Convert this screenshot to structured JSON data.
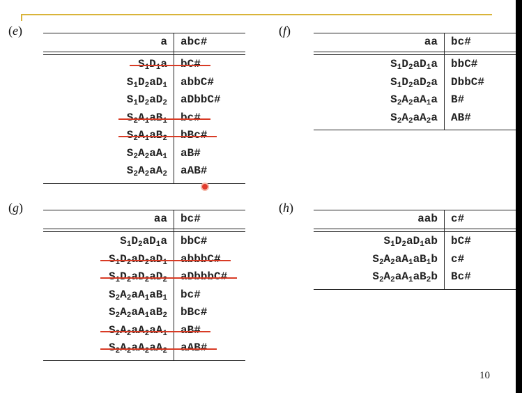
{
  "page_number": "10",
  "panels": {
    "e": {
      "label": "e",
      "header": {
        "left": "a",
        "right": "abc#"
      },
      "rows": [
        {
          "left": [
            [
              "S",
              "1"
            ],
            [
              "D",
              "1"
            ],
            [
              "a",
              ""
            ]
          ],
          "right": "bC#",
          "struck": true
        },
        {
          "left": [
            [
              "S",
              "1"
            ],
            [
              "D",
              "2"
            ],
            [
              "aD",
              "1"
            ]
          ],
          "right": "abbC#",
          "struck": false
        },
        {
          "left": [
            [
              "S",
              "1"
            ],
            [
              "D",
              "2"
            ],
            [
              "aD",
              "2"
            ]
          ],
          "right": "aDbbC#",
          "struck": false
        },
        {
          "left": [
            [
              "S",
              "2"
            ],
            [
              "A",
              "1"
            ],
            [
              "aB",
              "1"
            ]
          ],
          "right": "bc#",
          "struck": true
        },
        {
          "left": [
            [
              "S",
              "2"
            ],
            [
              "A",
              "1"
            ],
            [
              "aB",
              "2"
            ]
          ],
          "right": "bBc#",
          "struck": true
        },
        {
          "left": [
            [
              "S",
              "2"
            ],
            [
              "A",
              "2"
            ],
            [
              "aA",
              "1"
            ]
          ],
          "right": "aB#",
          "struck": false
        },
        {
          "left": [
            [
              "S",
              "2"
            ],
            [
              "A",
              "2"
            ],
            [
              "aA",
              "2"
            ]
          ],
          "right": "aAB#",
          "struck": false
        }
      ]
    },
    "f": {
      "label": "f",
      "header": {
        "left": "aa",
        "right": "bc#"
      },
      "rows": [
        {
          "left": [
            [
              "S",
              "1"
            ],
            [
              "D",
              "2"
            ],
            [
              "aD",
              "1"
            ],
            [
              "a",
              ""
            ]
          ],
          "right": "bbC#",
          "struck": false
        },
        {
          "left": [
            [
              "S",
              "1"
            ],
            [
              "D",
              "2"
            ],
            [
              "aD",
              "2"
            ],
            [
              "a",
              ""
            ]
          ],
          "right": "DbbC#",
          "struck": false
        },
        {
          "left": [
            [
              "S",
              "2"
            ],
            [
              "A",
              "2"
            ],
            [
              "aA",
              "1"
            ],
            [
              "a",
              ""
            ]
          ],
          "right": "B#",
          "struck": false
        },
        {
          "left": [
            [
              "S",
              "2"
            ],
            [
              "A",
              "2"
            ],
            [
              "aA",
              "2"
            ],
            [
              "a",
              ""
            ]
          ],
          "right": "AB#",
          "struck": false
        }
      ]
    },
    "g": {
      "label": "g",
      "header": {
        "left": "aa",
        "right": "bc#"
      },
      "rows": [
        {
          "left": [
            [
              "S",
              "1"
            ],
            [
              "D",
              "2"
            ],
            [
              "aD",
              "1"
            ],
            [
              "a",
              ""
            ]
          ],
          "right": "bbC#",
          "struck": false
        },
        {
          "left": [
            [
              "S",
              "1"
            ],
            [
              "D",
              "2"
            ],
            [
              "aD",
              "2"
            ],
            [
              "aD",
              "1"
            ]
          ],
          "right": "abbbC#",
          "struck": true
        },
        {
          "left": [
            [
              "S",
              "1"
            ],
            [
              "D",
              "2"
            ],
            [
              "aD",
              "2"
            ],
            [
              "aD",
              "2"
            ]
          ],
          "right": "aDbbbC#",
          "struck": true
        },
        {
          "left": [
            [
              "S",
              "2"
            ],
            [
              "A",
              "2"
            ],
            [
              "aA",
              "1"
            ],
            [
              "aB",
              "1"
            ]
          ],
          "right": "bc#",
          "struck": false
        },
        {
          "left": [
            [
              "S",
              "2"
            ],
            [
              "A",
              "2"
            ],
            [
              "aA",
              "1"
            ],
            [
              "aB",
              "2"
            ]
          ],
          "right": "bBc#",
          "struck": false
        },
        {
          "left": [
            [
              "S",
              "2"
            ],
            [
              "A",
              "2"
            ],
            [
              "aA",
              "2"
            ],
            [
              "aA",
              "1"
            ]
          ],
          "right": "aB#",
          "struck": true
        },
        {
          "left": [
            [
              "S",
              "2"
            ],
            [
              "A",
              "2"
            ],
            [
              "aA",
              "2"
            ],
            [
              "aA",
              "2"
            ]
          ],
          "right": "aAB#",
          "struck": true
        }
      ]
    },
    "h": {
      "label": "h",
      "header": {
        "left": "aab",
        "right": "c#"
      },
      "rows": [
        {
          "left": [
            [
              "S",
              "1"
            ],
            [
              "D",
              "2"
            ],
            [
              "aD",
              "1"
            ],
            [
              "ab",
              ""
            ]
          ],
          "right": "bC#",
          "struck": false
        },
        {
          "left": [
            [
              "S",
              "2"
            ],
            [
              "A",
              "2"
            ],
            [
              "aA",
              "1"
            ],
            [
              "aB",
              "1"
            ],
            [
              "b",
              ""
            ]
          ],
          "right": "c#",
          "struck": false
        },
        {
          "left": [
            [
              "S",
              "2"
            ],
            [
              "A",
              "2"
            ],
            [
              "aA",
              "1"
            ],
            [
              "aB",
              "2"
            ],
            [
              "b",
              ""
            ]
          ],
          "right": "Bc#",
          "struck": false
        }
      ]
    }
  },
  "colors": {
    "accent_rule": "#d9b43a",
    "strike": "#d83b25"
  }
}
